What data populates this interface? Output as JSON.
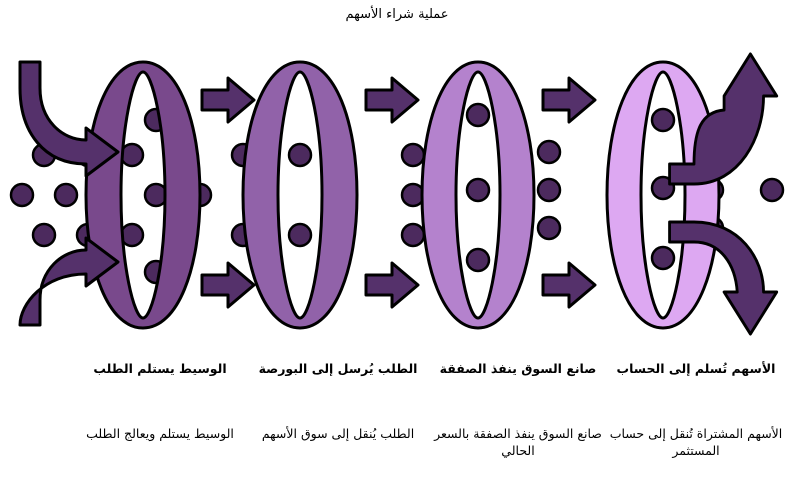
{
  "title": "عملية شراء الأسهم",
  "diagram": {
    "type": "process-funnel",
    "direction": "rtl-labels-ltr-flow",
    "colors": {
      "stage_1_ring": "#79498c",
      "stage_2_ring": "#9162a9",
      "stage_3_ring": "#b482cd",
      "stage_4_ring": "#dda8f2",
      "arrow_fill": "#55316b",
      "dot_fill": "#4c2a5e",
      "outline": "#000000",
      "background": "#ffffff",
      "text": "#000000"
    },
    "stages": [
      {
        "index": 1,
        "heading": "الوسيط يستلم الطلب",
        "description": "الوسيط يستلم ويعالج الطلب",
        "ring_color": "#79498c",
        "dot_count": 14
      },
      {
        "index": 2,
        "heading": "الطلب يُرسل إلى البورصة",
        "description": "الطلب يُنقل إلى سوق الأسهم",
        "ring_color": "#9162a9",
        "dot_count": 11
      },
      {
        "index": 3,
        "heading": "صانع السوق ينفذ الصفقة",
        "description": "صانع السوق ينفذ الصفقة بالسعر الحالي",
        "ring_color": "#b482cd",
        "dot_count": 8
      },
      {
        "index": 4,
        "heading": "الأسهم تُسلم إلى الحساب",
        "description": "الأسهم المشتراة تُنقل إلى حساب المستثمر",
        "ring_color": "#dda8f2",
        "dot_count": 5
      }
    ],
    "connectors": [
      {
        "name": "entry-arrow-top",
        "shape": "curved-down-right",
        "row": "top"
      },
      {
        "name": "entry-arrow-bottom",
        "shape": "curved-up-right",
        "row": "bottom"
      },
      {
        "name": "arrow-1-2-top",
        "shape": "straight-right",
        "row": "top"
      },
      {
        "name": "arrow-1-2-bottom",
        "shape": "straight-right",
        "row": "bottom"
      },
      {
        "name": "arrow-2-3-top",
        "shape": "straight-right",
        "row": "top"
      },
      {
        "name": "arrow-2-3-bottom",
        "shape": "straight-right",
        "row": "bottom"
      },
      {
        "name": "arrow-3-4-top",
        "shape": "straight-right",
        "row": "top"
      },
      {
        "name": "arrow-3-4-bottom",
        "shape": "straight-right",
        "row": "bottom"
      },
      {
        "name": "exit-arrow-top",
        "shape": "curved-up",
        "row": "top"
      },
      {
        "name": "exit-arrow-bottom",
        "shape": "curved-down",
        "row": "bottom"
      }
    ]
  }
}
